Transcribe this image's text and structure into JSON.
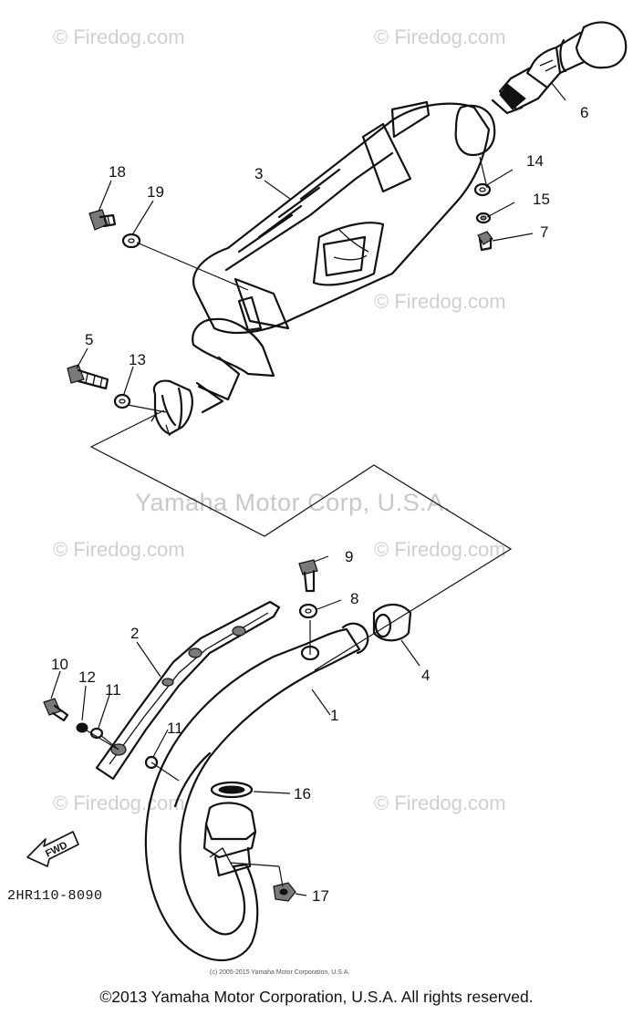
{
  "watermarks": {
    "firedog": "© Firedog.com",
    "firedog_short": "© Firedog.com",
    "yamaha": "Yamaha Motor Corp, U.S.A."
  },
  "callouts": {
    "c1": "1",
    "c2": "2",
    "c3": "3",
    "c4": "4",
    "c5": "5",
    "c6": "6",
    "c7": "7",
    "c8": "8",
    "c9": "9",
    "c10": "10",
    "c11a": "11",
    "c11b": "11",
    "c12": "12",
    "c13": "13",
    "c14": "14",
    "c15": "15",
    "c16": "16",
    "c17": "17",
    "c18": "18",
    "c19": "19"
  },
  "fwd_label": "FWD",
  "diagram_code": "2HR110-8090",
  "small_copyright": "(c) 2005-2015 Yamaha Motor Corporation, U.S.A.",
  "footer": "©2013 Yamaha Motor Corporation, U.S.A. All rights reserved."
}
